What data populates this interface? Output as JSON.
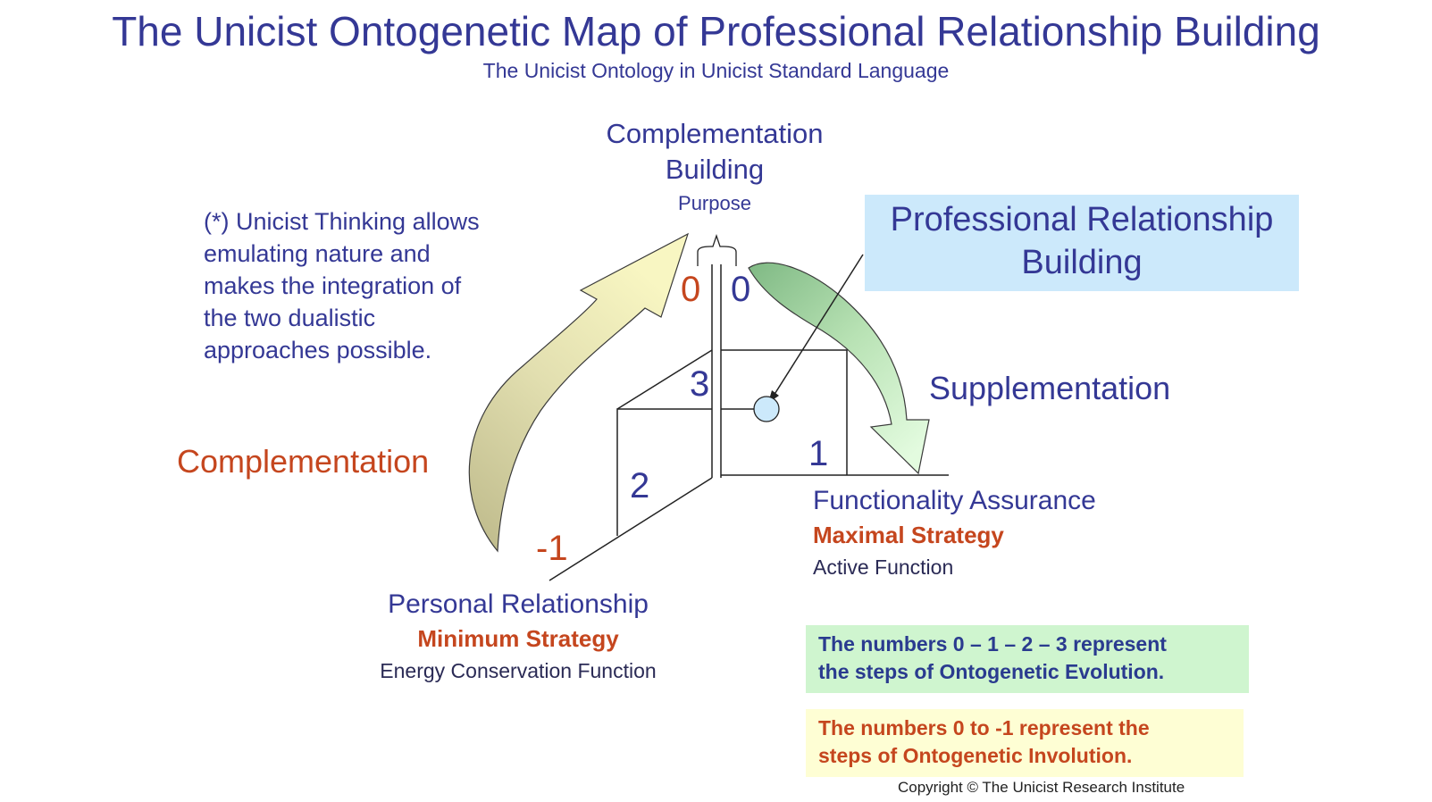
{
  "title": "The Unicist Ontogenetic Map of Professional Relationship Building",
  "subtitle": "The Unicist Ontology in Unicist Standard Language",
  "note": {
    "lines": [
      "(*) Unicist Thinking allows",
      "emulating nature and",
      "makes the integration of",
      "the two dualistic",
      "approaches possible."
    ]
  },
  "purpose": {
    "title_lines": [
      "Complementation",
      "Building"
    ],
    "label": "Purpose"
  },
  "central_box": {
    "lines": [
      "Professional Relationship",
      "Building"
    ]
  },
  "supplementation_label": "Supplementation",
  "complementation_label": "Complementation",
  "functionality": {
    "title": "Functionality Assurance",
    "strategy": "Maximal Strategy",
    "function": "Active Function"
  },
  "personal": {
    "title": "Personal Relationship",
    "strategy": "Minimum Strategy",
    "function": "Energy Conservation Function"
  },
  "steps": {
    "zero_left": "0",
    "zero_right": "0",
    "three": "3",
    "two": "2",
    "one": "1",
    "minus_one": "-1"
  },
  "evolution_note": {
    "line1": "The numbers  0 – 1 – 2 – 3 represent",
    "line2": "the steps of Ontogenetic Evolution."
  },
  "involution_note": {
    "line1": "The numbers  0 to -1 represent the",
    "line2": "steps of Ontogenetic Involution."
  },
  "copyright": "Copyright © The Unicist Research Institute",
  "colors": {
    "title_blue": "#343895",
    "orange": "#c5461e",
    "box_blue": "#cce9fb",
    "note_green": "#cff5cf",
    "note_yellow": "#fefed4",
    "arrow_yellow": "#f6f3b8",
    "arrow_olive": "#c9c69b",
    "arrow_green_dark": "#8fc394",
    "arrow_green_light": "#d9f8d6",
    "dot": "#cce9fb"
  }
}
